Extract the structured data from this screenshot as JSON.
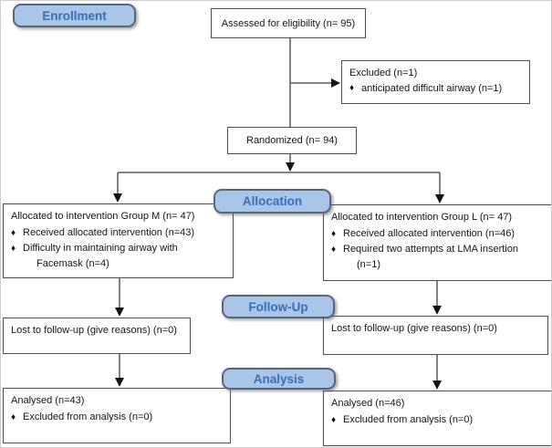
{
  "figure": {
    "title": "CONSORT participant flow diagram",
    "glyphs": {
      "bullet": "♦"
    },
    "phases": {
      "enrollment": "Enrollment",
      "allocation": "Allocation",
      "followup": "Follow-Up",
      "analysis": "Analysis"
    },
    "boxes": {
      "eligibility": {
        "text": "Assessed for eligibility (n= 95)"
      },
      "excluded": {
        "title": "Excluded (n=1)",
        "bullets": [
          "anticipated difficult airway (n=1)"
        ]
      },
      "randomized": {
        "text": "Randomized (n= 94)"
      },
      "group_m": {
        "title": "Allocated to intervention Group M (n= 47)",
        "bullets": [
          "Received allocated intervention (n=43)",
          "Difficulty in maintaining airway with"
        ],
        "continuation": "Facemask (n=4)"
      },
      "group_l": {
        "title": "Allocated to intervention Group L (n= 47)",
        "bullets": [
          "Received allocated intervention (n=46)",
          "Required two attempts at LMA insertion"
        ],
        "continuation": "(n=1)"
      },
      "followup_m": {
        "text": "Lost to follow-up (give reasons) (n=0)"
      },
      "followup_l": {
        "text": "Lost to follow-up (give reasons) (n=0)"
      },
      "analysis_m": {
        "title": "Analysed (n=43)",
        "bullets": [
          "Excluded from analysis (n=0)"
        ]
      },
      "analysis_l": {
        "title": "Analysed (n=46)",
        "bullets": [
          "Excluded from analysis (n=0)"
        ]
      }
    },
    "colors": {
      "phase_fill": "#a9c6ea",
      "phase_border": "#5a6673",
      "phase_text": "#3a6db8",
      "box_border": "#4d4d4d",
      "flow_line": "#3d3d3d"
    }
  }
}
